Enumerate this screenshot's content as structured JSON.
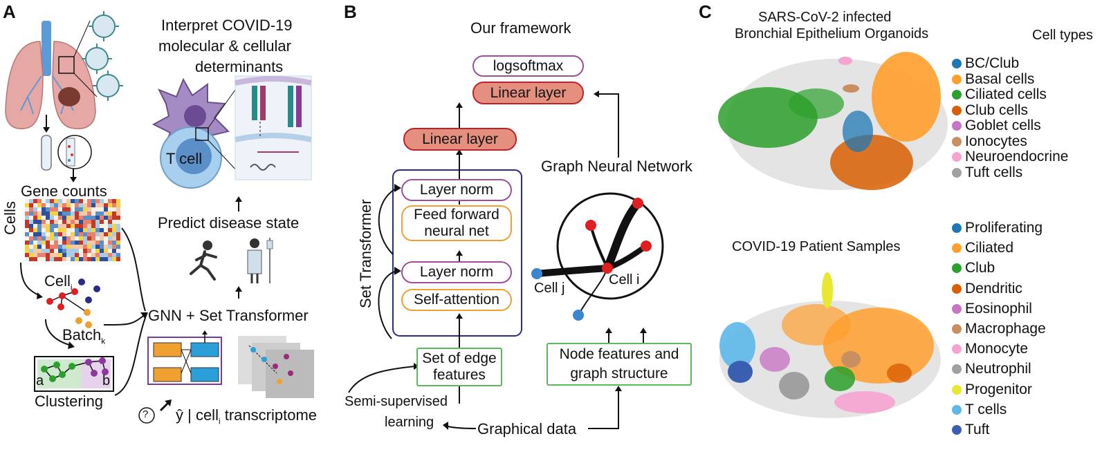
{
  "panel_a": {
    "letter": "A",
    "interpret": [
      "Interpret COVID-19",
      "molecular & cellular",
      "determinants"
    ],
    "t_cell": "T cell",
    "gene_counts": "Gene counts",
    "cells": "Cells",
    "cell_i": "Cell",
    "cell_i_sub": "i",
    "batch_k": "Batch",
    "batch_k_sub": "k",
    "clustering": "Clustering",
    "cluster_a": "a",
    "cluster_b": "b",
    "predict": "Predict disease state",
    "gnn_set": "GNN + Set Transformer",
    "question": "?",
    "y_hat": "ŷ | cell",
    "y_hat_sub": "i",
    "y_hat_tail": " transcriptome",
    "heatmap_colors": [
      "#c0392b",
      "#e8826e",
      "#f3c9a8",
      "#f7f0e6",
      "#a9cbe3",
      "#5b8fc7",
      "#2c4f9e",
      "#f2d34a"
    ]
  },
  "panel_b": {
    "letter": "B",
    "framework": "Our framework",
    "logsoftmax": "logsoftmax",
    "linear_top": "Linear layer",
    "linear_mid": "Linear layer",
    "set_transformer": "Set Transformer",
    "layer_norm_top": "Layer norm",
    "feed_forward": [
      "Feed forward",
      "neural net"
    ],
    "layer_norm_bottom": "Layer norm",
    "self_attention": "Self-attention",
    "set_edge": [
      "Set of edge",
      "features"
    ],
    "gnn": "Graph Neural Network",
    "cell_j": "Cell j",
    "cell_i": "Cell i",
    "node_features": [
      "Node features and",
      "graph structure"
    ],
    "semi_supervised": [
      "Semi-supervised",
      "learning"
    ],
    "graphical_data": "Graphical data",
    "colors": {
      "purple": "#9b4f9b",
      "orange": "#f0a030",
      "green": "#5cb85c",
      "red_fill": "#e58f7f",
      "red_border": "#c0202a",
      "navy": "#2a2a8a",
      "node_red": "#e02020",
      "node_blue": "#3a86d0"
    }
  },
  "panel_c": {
    "letter": "C",
    "top_title": [
      "SARS-CoV-2 infected",
      "Bronchial Epithelium Organoids"
    ],
    "cell_types_title": "Cell types",
    "top_legend": [
      {
        "label": "BC/Club",
        "color": "#1f77b4"
      },
      {
        "label": "Basal cells",
        "color": "#ff9f2e"
      },
      {
        "label": "Ciliated cells",
        "color": "#2ca02c"
      },
      {
        "label": "Club cells",
        "color": "#d95f02"
      },
      {
        "label": "Goblet cells",
        "color": "#c875c4"
      },
      {
        "label": "Ionocytes",
        "color": "#c89060"
      },
      {
        "label": "Neuroendocrine",
        "color": "#f5a3cf"
      },
      {
        "label": "Tuft cells",
        "color": "#a0a0a0"
      }
    ],
    "bottom_title": "COVID-19 Patient Samples",
    "bottom_legend": [
      {
        "label": "Proliferating",
        "color": "#1f77b4"
      },
      {
        "label": "Ciliated",
        "color": "#ff9f2e"
      },
      {
        "label": "Club",
        "color": "#2ca02c"
      },
      {
        "label": "Dendritic",
        "color": "#d95f02"
      },
      {
        "label": "Eosinophil",
        "color": "#c875c4"
      },
      {
        "label": "Macrophage",
        "color": "#c89060"
      },
      {
        "label": "Monocyte",
        "color": "#f5a3cf"
      },
      {
        "label": "Neutrophil",
        "color": "#a0a0a0"
      },
      {
        "label": "Progenitor",
        "color": "#e8e830"
      },
      {
        "label": "T cells",
        "color": "#5bb8e8"
      },
      {
        "label": "Tuft",
        "color": "#3a5fb0"
      }
    ]
  }
}
